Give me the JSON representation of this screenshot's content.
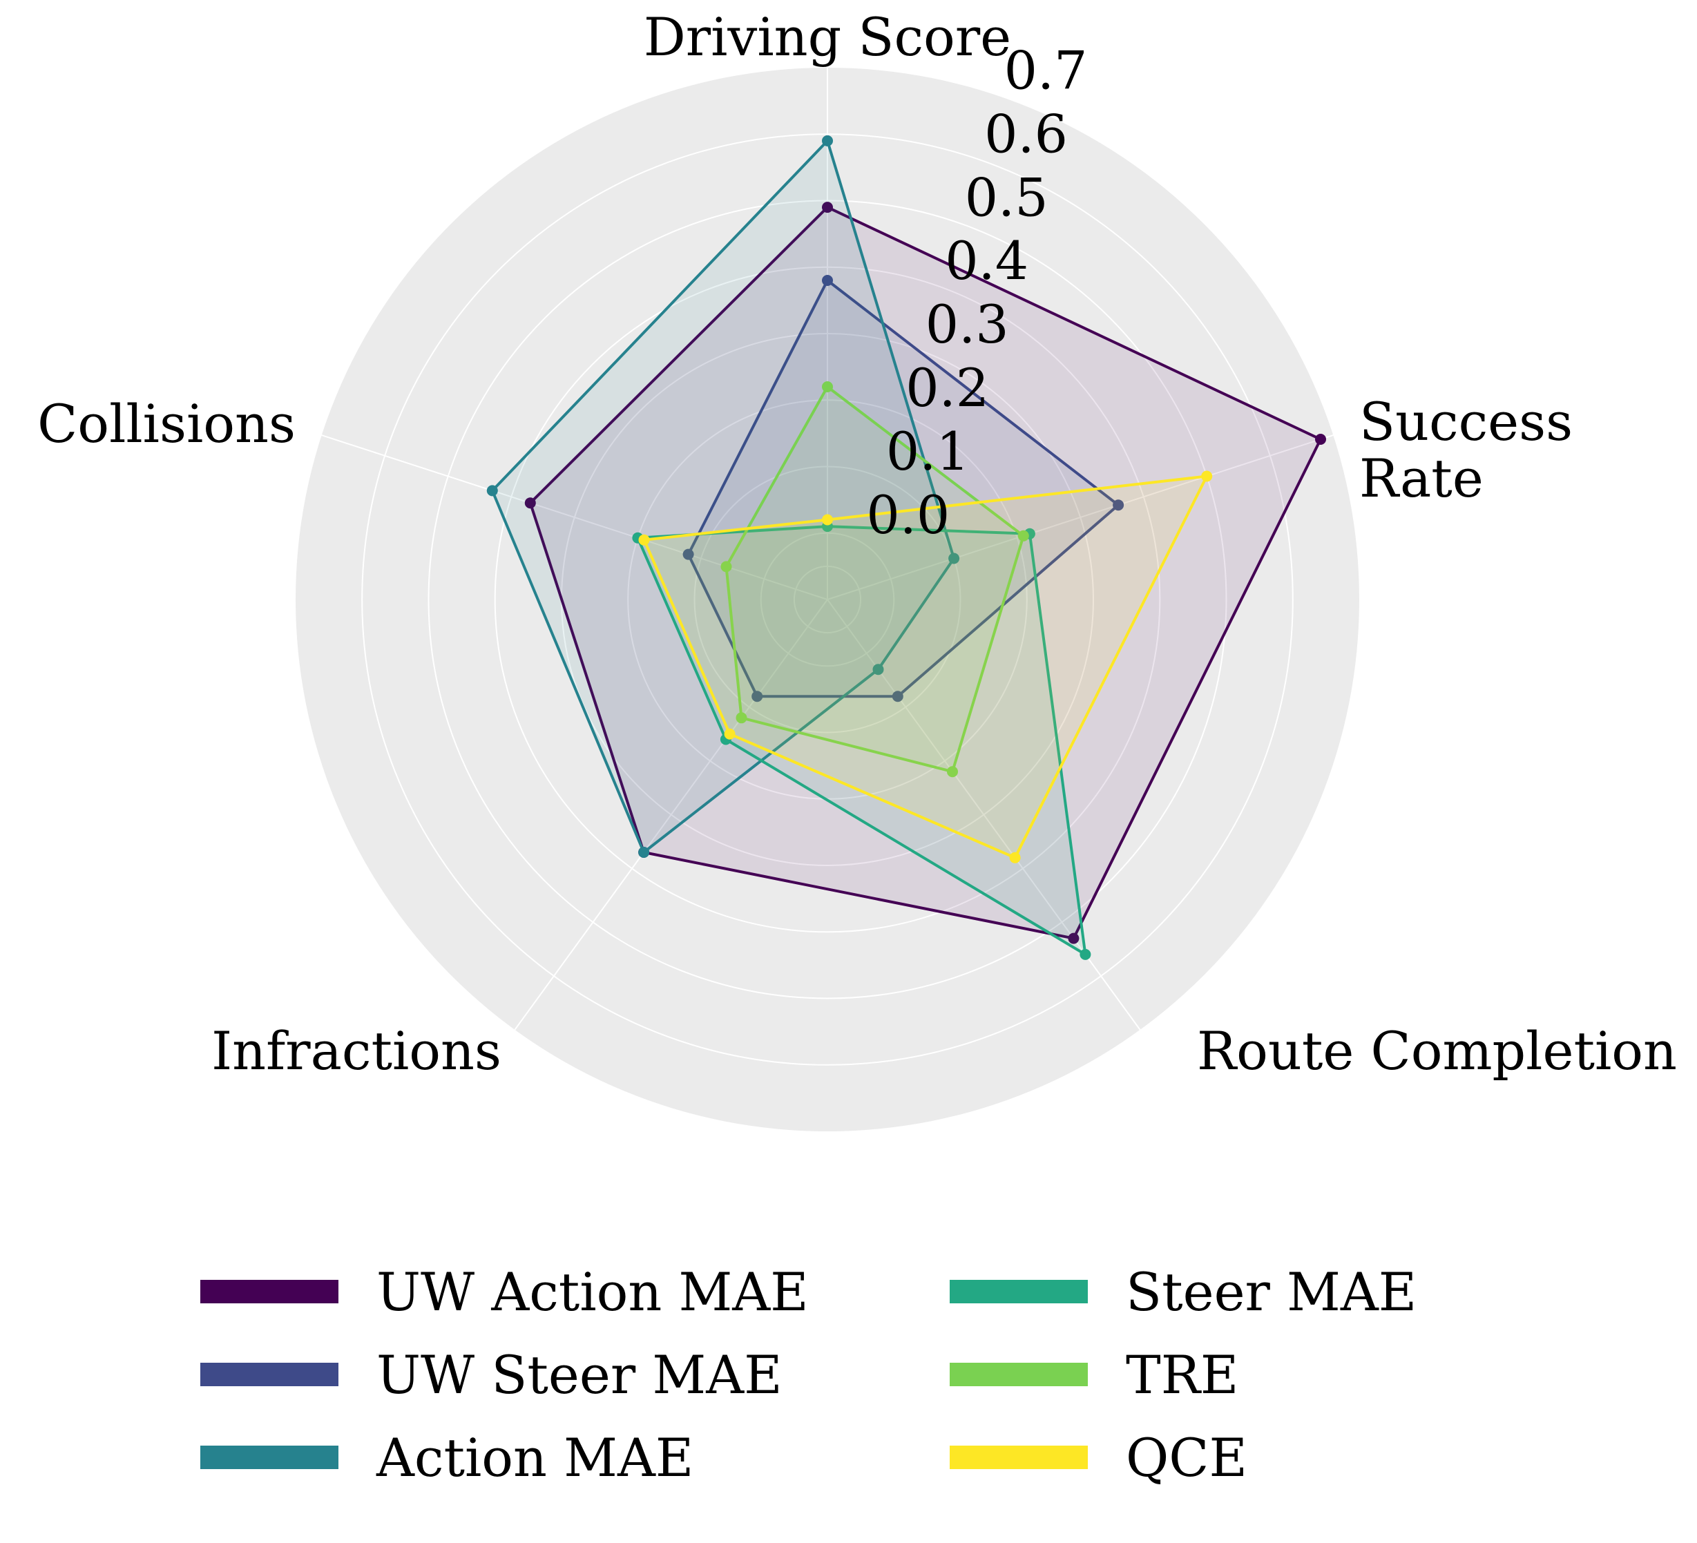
{
  "chart_data": {
    "type": "radar",
    "axes": [
      "Driving Score",
      "Success\nRate",
      "Route Completion",
      "Infractions",
      "Collisions"
    ],
    "radial_ticks": [
      "0.0",
      "0.1",
      "0.2",
      "0.3",
      "0.4",
      "0.5",
      "0.6",
      "0.7"
    ],
    "rlim": [
      -0.1,
      0.7
    ],
    "grid": true,
    "legend_position": "bottom",
    "series": [
      {
        "name": "UW Action MAE",
        "color": "#440154",
        "values": [
          0.49,
          0.68,
          0.53,
          0.37,
          0.37
        ]
      },
      {
        "name": "UW Steer MAE",
        "color": "#3e4a89",
        "values": [
          0.38,
          0.36,
          0.08,
          0.08,
          0.12
        ]
      },
      {
        "name": "Action MAE",
        "color": "#26828e",
        "values": [
          0.59,
          0.1,
          0.03,
          0.37,
          0.43
        ]
      },
      {
        "name": "Steer MAE",
        "color": "#23a884",
        "values": [
          0.01,
          0.22,
          0.56,
          0.16,
          0.2
        ]
      },
      {
        "name": "TRE",
        "color": "#7ad151",
        "values": [
          0.22,
          0.21,
          0.22,
          0.12,
          0.06
        ]
      },
      {
        "name": "QCE",
        "color": "#fde725",
        "values": [
          0.02,
          0.5,
          0.38,
          0.15,
          0.19
        ]
      }
    ]
  },
  "legend": {
    "items": [
      "UW Action MAE",
      "UW Steer MAE",
      "Action MAE",
      "Steer MAE",
      "TRE",
      "QCE"
    ]
  }
}
